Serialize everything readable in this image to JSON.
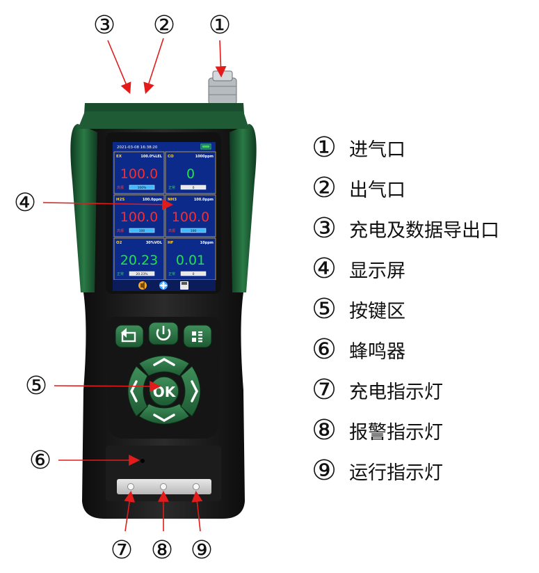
{
  "callouts": {
    "c1": "①",
    "c2": "②",
    "c3": "③",
    "c4": "④",
    "c5": "⑤",
    "c6": "⑥",
    "c7": "⑦",
    "c8": "⑧",
    "c9": "⑨"
  },
  "legend": [
    {
      "num": "①",
      "label": "进气口"
    },
    {
      "num": "②",
      "label": "出气口"
    },
    {
      "num": "③",
      "label": "充电及数据导出口"
    },
    {
      "num": "④",
      "label": "显示屏"
    },
    {
      "num": "⑤",
      "label": "按键区"
    },
    {
      "num": "⑥",
      "label": "蜂鸣器"
    },
    {
      "num": "⑦",
      "label": "充电指示灯"
    },
    {
      "num": "⑧",
      "label": "报警指示灯"
    },
    {
      "num": "⑨",
      "label": "运行指示灯"
    }
  ],
  "screen": {
    "datetime": "2021-03-08  16:38:20",
    "cells": [
      {
        "gas": "EX",
        "range": "100.0%LEL",
        "value": "100.0",
        "status": "高报",
        "bar": "100%",
        "value_color": "#ff2a2a",
        "status_color": "#ff3a3a"
      },
      {
        "gas": "CO",
        "range": "1000ppm",
        "value": "0",
        "status": "正常",
        "bar": "0",
        "value_color": "#22e24a",
        "status_color": "#2fd94a"
      },
      {
        "gas": "H2S",
        "range": "100.0ppm",
        "value": "100.0",
        "status": "高报",
        "bar": "100",
        "value_color": "#ff2a2a",
        "status_color": "#ff3a3a"
      },
      {
        "gas": "NH3",
        "range": "100.0ppm",
        "value": "100.0",
        "status": "高报",
        "bar": "100",
        "value_color": "#ff2a2a",
        "status_color": "#ff3a3a"
      },
      {
        "gas": "O2",
        "range": "30%VOL",
        "value": "20.23",
        "status": "正常",
        "bar": "20.23%",
        "value_color": "#22e24a",
        "status_color": "#2fd94a"
      },
      {
        "gas": "HF",
        "range": "10ppm",
        "value": "0.01",
        "status": "正常",
        "bar": "0",
        "value_color": "#22e24a",
        "status_color": "#2fd94a"
      }
    ]
  },
  "keypad": {
    "ok_label": "OK"
  },
  "colors": {
    "body_green": "#1e5a34",
    "rubber_black": "#1b1b1b",
    "screen_blue": "#0b2a8a",
    "arrow_red": "#e21b1b"
  },
  "icons": [
    "back-icon",
    "power-icon",
    "menu-icon",
    "speaker-icon",
    "fan-icon",
    "save-icon"
  ]
}
